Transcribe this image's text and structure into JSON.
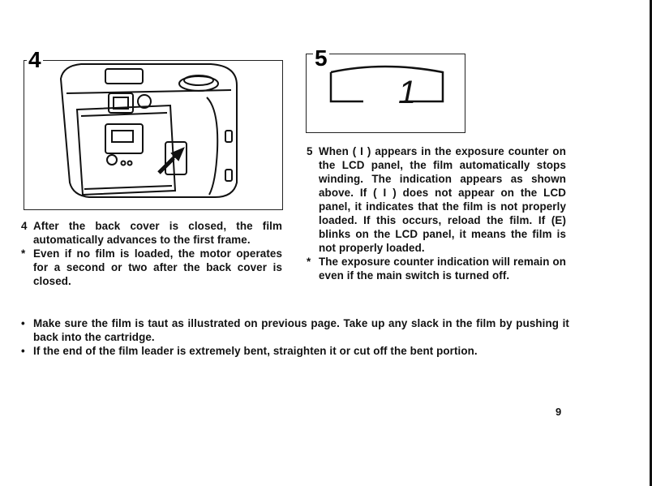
{
  "figures": {
    "fig4_number": "4",
    "fig5_number": "5",
    "lcd_display_value": "1"
  },
  "section4": {
    "item_number": "4",
    "item_text": "After the back cover is closed, the film automatically advances to the first frame.",
    "note_mark": "*",
    "note_text": "Even if no film is loaded, the motor operates for a second or two after the back cover is closed."
  },
  "section5": {
    "item_number": "5",
    "item_text": "When ( I ) appears in the exposure counter on the LCD panel, the film automatically stops winding. The indication appears as shown above. If ( I ) does not appear on the LCD panel, it indicates that the film is not properly loaded. If this occurs, reload the film. If (E) blinks on the LCD panel, it means the film is not properly loaded.",
    "note_mark": "*",
    "note_text": "The exposure counter indication will remain on even if the main switch is turned off."
  },
  "bullets": {
    "mark": "•",
    "items": [
      "Make sure the film is taut as illustrated on previous page. Take up any slack in the film by pushing it back into the cartridge.",
      "If the end of the film leader is extremely bent, straighten it or cut off the bent portion."
    ]
  },
  "page_number": "9"
}
